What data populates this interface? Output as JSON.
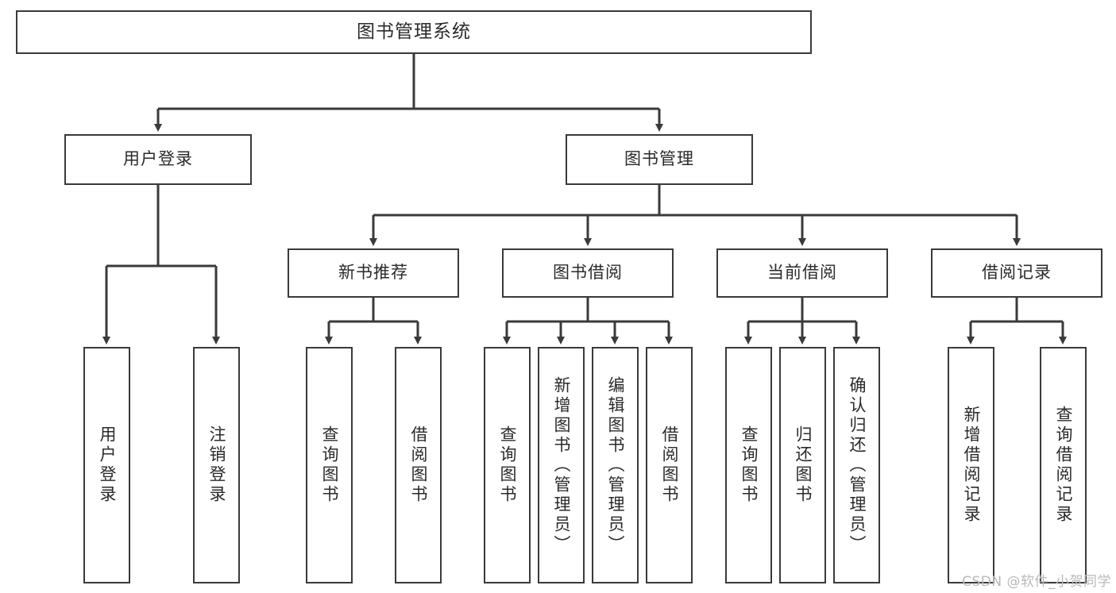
{
  "diagram": {
    "title": "图书管理系统",
    "type": "tree-hierarchy-chart",
    "watermark": "CSDN @软件_小贺同学",
    "colors": {
      "box_border": "#3a3a3a",
      "box_fill": "#ffffff",
      "connector": "#3a3a3a",
      "text": "#2a2a2a",
      "watermark": "#b9b9b9",
      "background": "#ffffff"
    },
    "root": {
      "label": "图书管理系统"
    },
    "level2": [
      {
        "label": "用户登录"
      },
      {
        "label": "图书管理"
      }
    ],
    "level3": [
      {
        "label": "新书推荐"
      },
      {
        "label": "图书借阅"
      },
      {
        "label": "当前借阅"
      },
      {
        "label": "借阅记录"
      }
    ],
    "leaves": {
      "user_login": [
        {
          "label": "用户登录"
        },
        {
          "label": "注销登录"
        }
      ],
      "new_book_recommend": [
        {
          "label": "查询图书"
        },
        {
          "label": "借阅图书"
        }
      ],
      "book_borrow": [
        {
          "label": "查询图书"
        },
        {
          "label": "新增图书（管理员）"
        },
        {
          "label": "编辑图书（管理员）"
        },
        {
          "label": "借阅图书"
        }
      ],
      "current_borrow": [
        {
          "label": "查询图书"
        },
        {
          "label": "归还图书"
        },
        {
          "label": "确认归还（管理员）"
        }
      ],
      "borrow_record": [
        {
          "label": "新增借阅记录"
        },
        {
          "label": "查询借阅记录"
        }
      ]
    }
  }
}
